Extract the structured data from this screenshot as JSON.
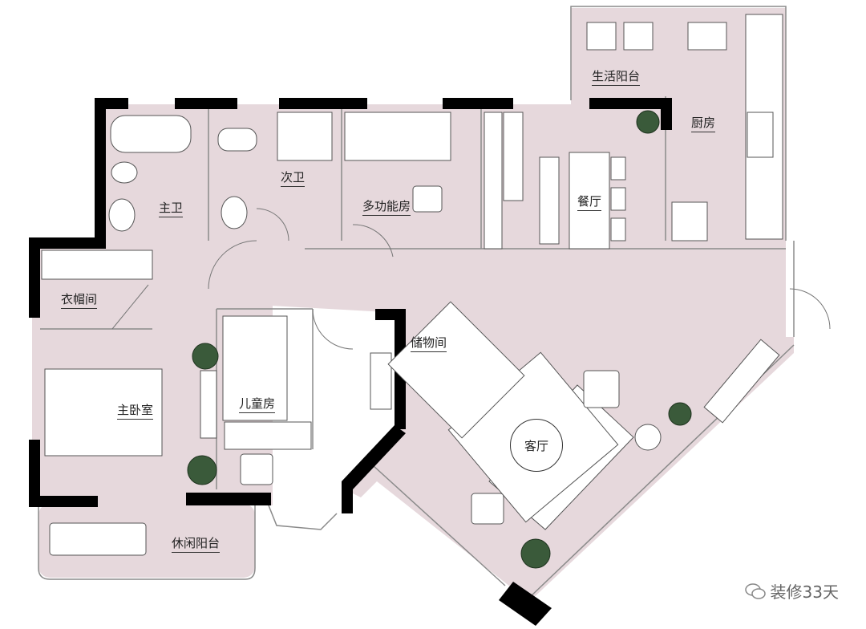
{
  "rooms": {
    "living_balcony": "生活阳台",
    "kitchen": "厨房",
    "master_bath": "主卫",
    "second_bath": "次卫",
    "multi_room": "多功能房",
    "dining": "餐厅",
    "cloakroom": "衣帽间",
    "storage": "储物间",
    "master_bedroom": "主卧室",
    "kids_room": "儿童房",
    "living_room": "客厅",
    "leisure_balcony": "休闲阳台"
  },
  "watermark": {
    "text": "装修33天",
    "icon": "wechat-icon"
  },
  "colors": {
    "floor": "#e6d8dc",
    "wall": "#000000",
    "line": "#888888",
    "furniture": "#ffffff",
    "plant": "#3a5a3a"
  }
}
